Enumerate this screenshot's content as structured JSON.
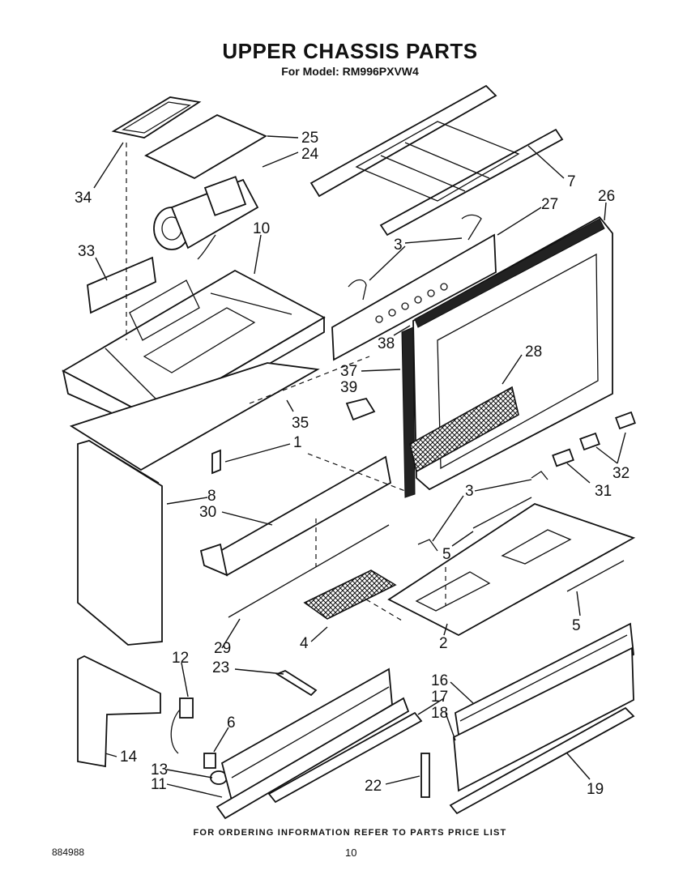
{
  "header": {
    "title": "UPPER CHASSIS PARTS",
    "subtitle": "For Model: RM996PXVW4"
  },
  "callouts": [
    "25",
    "24",
    "34",
    "7",
    "27",
    "26",
    "10",
    "33",
    "3",
    "38",
    "37",
    "28",
    "39",
    "35",
    "1",
    "31",
    "32",
    "8",
    "30",
    "3",
    "5",
    "4",
    "29",
    "2",
    "5",
    "12",
    "23",
    "16",
    "17",
    "18",
    "6",
    "14",
    "13",
    "11",
    "22",
    "19"
  ],
  "footer": {
    "note": "FOR ORDERING INFORMATION REFER TO PARTS PRICE LIST",
    "doc_number": "884988",
    "page_number": "10"
  }
}
